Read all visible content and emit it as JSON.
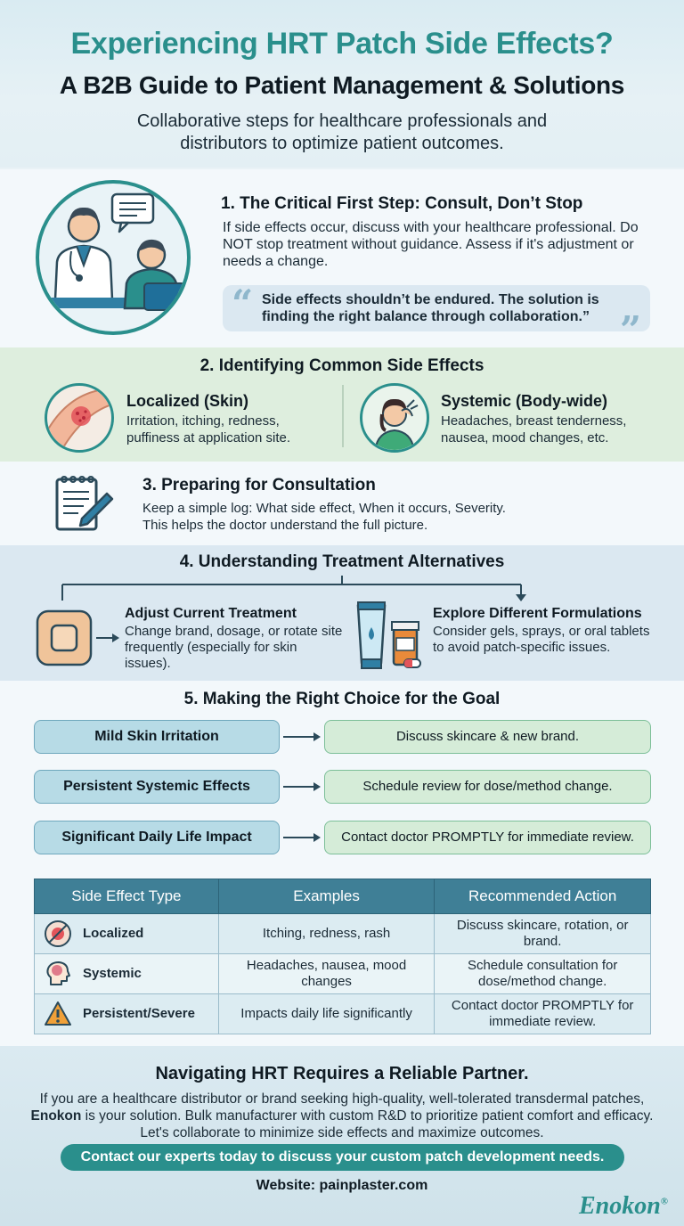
{
  "header": {
    "title_line1": "Experiencing HRT Patch Side Effects?",
    "title_line2": "A B2B Guide to Patient Management & Solutions",
    "subtitle_line1": "Collaborative steps for healthcare professionals and",
    "subtitle_line2": "distributors to optimize patient outcomes."
  },
  "step1": {
    "heading": "1. The Critical First Step: Consult, Don’t Stop",
    "body": "If side effects occur, discuss with your healthcare professional. Do NOT stop treatment without guidance. Assess if it's adjustment or needs a change.",
    "quote": "Side effects shouldn’t be endured. The solution is finding the right balance through collaboration.”"
  },
  "step2": {
    "heading": "2. Identifying Common Side Effects",
    "localized": {
      "title": "Localized (Skin)",
      "body": "Irritation, itching, redness, puffiness at application site."
    },
    "systemic": {
      "title": "Systemic (Body-wide)",
      "body": "Headaches, breast tenderness, nausea, mood changes, etc."
    }
  },
  "step3": {
    "heading": "3. Preparing for Consultation",
    "body_line1": "Keep a simple log: What side effect, When it occurs, Severity.",
    "body_line2": "This helps the doctor understand the full picture."
  },
  "step4": {
    "heading": "4. Understanding Treatment Alternatives",
    "adjust": {
      "title": "Adjust Current Treatment",
      "body": "Change brand, dosage, or rotate site frequently (especially for skin issues)."
    },
    "explore": {
      "title": "Explore Different Formulations",
      "body": "Consider gels, sprays, or oral tablets to avoid patch-specific issues."
    }
  },
  "step5": {
    "heading": "5. Making the Right Choice for the Goal",
    "rows": [
      {
        "goal": "Mild Skin Irritation",
        "action": "Discuss skincare & new brand."
      },
      {
        "goal": "Persistent Systemic Effects",
        "action": "Schedule review for dose/method change."
      },
      {
        "goal": "Significant Daily Life Impact",
        "action": "Contact doctor PROMPTLY for immediate review."
      }
    ]
  },
  "table": {
    "headers": [
      "Side Effect Type",
      "Examples",
      "Recommended Action"
    ],
    "rows": [
      {
        "type": "Localized",
        "examples": "Itching, redness, rash",
        "action": "Discuss skincare, rotation, or brand."
      },
      {
        "type": "Systemic",
        "examples": "Headaches, nausea, mood changes",
        "action": "Schedule consultation for dose/method change."
      },
      {
        "type": "Persistent/Severe",
        "examples": "Impacts daily life significantly",
        "action": "Contact doctor PROMPTLY for immediate review."
      }
    ]
  },
  "footer": {
    "heading": "Navigating HRT Requires a Reliable Partner.",
    "body_before_brand": "If you are a healthcare distributor or brand seeking high-quality, well-tolerated transdermal patches, ",
    "brand": "Enokon",
    "body_after_brand": " is your solution. Bulk manufacturer with custom R&D to prioritize patient comfort and efficacy. Let's collaborate to minimize side effects and maximize outcomes.",
    "cta": "Contact our experts today to discuss your custom patch development needs.",
    "website": "Website: painplaster.com",
    "logo": "Enokon",
    "logo_mark": "®"
  },
  "colors": {
    "teal": "#2a8f8c",
    "table_header": "#3f7f96",
    "goal_box": "#b7dbe6",
    "action_box": "#d5ecd8"
  }
}
